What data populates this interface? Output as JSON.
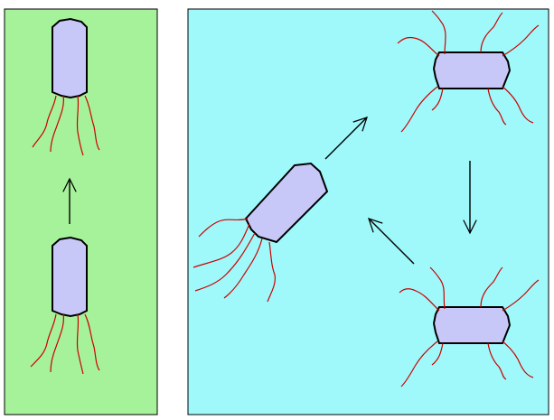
{
  "colors": {
    "page_background": "#ffffff",
    "left_panel_fill": "#a6f29a",
    "right_panel_fill": "#9ff9fb",
    "panel_border": "#000000",
    "cell_body": "#c8c8f8",
    "cell_outline": "#000000",
    "flagella": "#cc0000",
    "arrows": "#000000"
  },
  "panels": [
    {
      "id": "run",
      "bacteria": [
        {
          "id": "bacterium-top",
          "flagella_direction": "down"
        },
        {
          "id": "bacterium-bottom",
          "flagella_direction": "down"
        }
      ],
      "arrows": [
        {
          "id": "arrow-up",
          "direction": "up"
        }
      ]
    },
    {
      "id": "tumble",
      "bacteria": [
        {
          "id": "bacterium-tilted",
          "flagella_direction": "down-left"
        },
        {
          "id": "bacterium-right-top",
          "flagella_direction": "all-sides"
        },
        {
          "id": "bacterium-right-bottom",
          "flagella_direction": "all-sides"
        }
      ],
      "arrows": [
        {
          "id": "arrow-up-right",
          "direction": "up-right"
        },
        {
          "id": "arrow-down",
          "direction": "down"
        },
        {
          "id": "arrow-up-left",
          "direction": "up-left"
        }
      ]
    }
  ]
}
